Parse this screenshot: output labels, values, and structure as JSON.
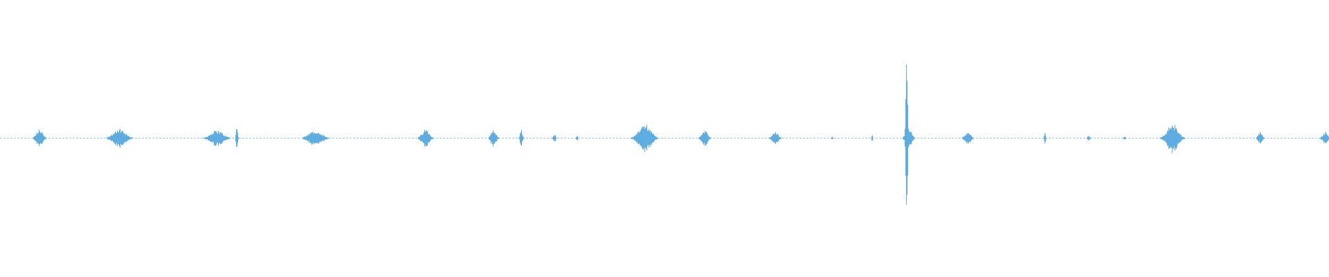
{
  "waveform": {
    "color": "#5DADE2",
    "background": "#ffffff",
    "duration_units": 1,
    "baseline_amplitude": 0.004,
    "bursts": [
      {
        "center": 0.0295,
        "width": 0.0095,
        "amplitude": 0.08
      },
      {
        "center": 0.0895,
        "width": 0.018,
        "amplitude": 0.085
      },
      {
        "center": 0.163,
        "width": 0.0185,
        "amplitude": 0.075
      },
      {
        "center": 0.178,
        "width": 0.0025,
        "amplitude": 0.1
      },
      {
        "center": 0.237,
        "width": 0.0185,
        "amplitude": 0.075
      },
      {
        "center": 0.32,
        "width": 0.011,
        "amplitude": 0.085
      },
      {
        "center": 0.371,
        "width": 0.0075,
        "amplitude": 0.08
      },
      {
        "center": 0.392,
        "width": 0.0035,
        "amplitude": 0.075
      },
      {
        "center": 0.417,
        "width": 0.0035,
        "amplitude": 0.04
      },
      {
        "center": 0.434,
        "width": 0.0025,
        "amplitude": 0.02
      },
      {
        "center": 0.485,
        "width": 0.0175,
        "amplitude": 0.13
      },
      {
        "center": 0.53,
        "width": 0.0085,
        "amplitude": 0.08
      },
      {
        "center": 0.583,
        "width": 0.0085,
        "amplitude": 0.065
      },
      {
        "center": 0.626,
        "width": 0.002,
        "amplitude": 0.015
      },
      {
        "center": 0.656,
        "width": 0.0015,
        "amplitude": 0.045
      },
      {
        "center": 0.682,
        "width": 0.0025,
        "amplitude": 0.95
      },
      {
        "center": 0.6835,
        "width": 0.0085,
        "amplitude": 0.1
      },
      {
        "center": 0.728,
        "width": 0.0085,
        "amplitude": 0.055
      },
      {
        "center": 0.786,
        "width": 0.002,
        "amplitude": 0.06
      },
      {
        "center": 0.819,
        "width": 0.0035,
        "amplitude": 0.025
      },
      {
        "center": 0.846,
        "width": 0.0035,
        "amplitude": 0.015
      },
      {
        "center": 0.882,
        "width": 0.0155,
        "amplitude": 0.14
      },
      {
        "center": 0.948,
        "width": 0.0065,
        "amplitude": 0.055
      },
      {
        "center": 0.997,
        "width": 0.0075,
        "amplitude": 0.06
      }
    ]
  }
}
